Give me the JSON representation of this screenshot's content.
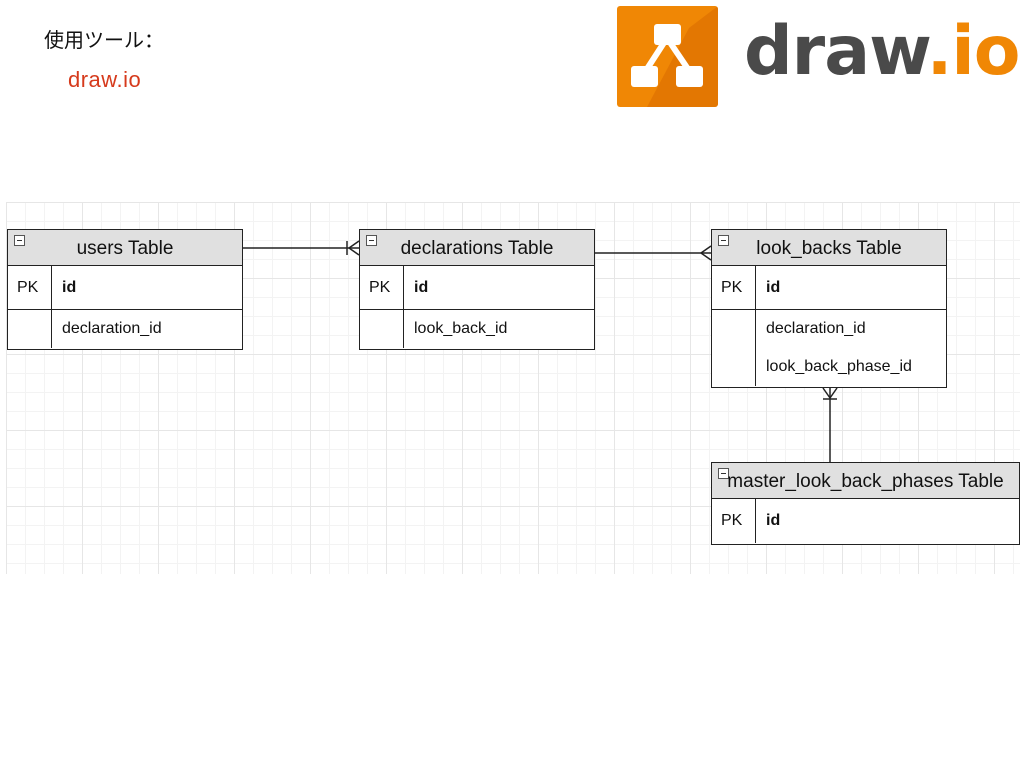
{
  "caption": {
    "label": "使用ツール：",
    "tool": "draw.io"
  },
  "logo": {
    "word": "draw",
    "suffix": ".io"
  },
  "diagram": {
    "tables": [
      {
        "title": "users Table",
        "pk_label": "PK",
        "pk_field": "id",
        "fields": [
          "declaration_id"
        ]
      },
      {
        "title": "declarations Table",
        "pk_label": "PK",
        "pk_field": "id",
        "fields": [
          "look_back_id"
        ]
      },
      {
        "title": "look_backs Table",
        "pk_label": "PK",
        "pk_field": "id",
        "fields": [
          "declaration_id",
          "look_back_phase_id"
        ]
      },
      {
        "title": "master_look_back_phases Table",
        "pk_label": "PK",
        "pk_field": "id",
        "fields": []
      }
    ]
  }
}
